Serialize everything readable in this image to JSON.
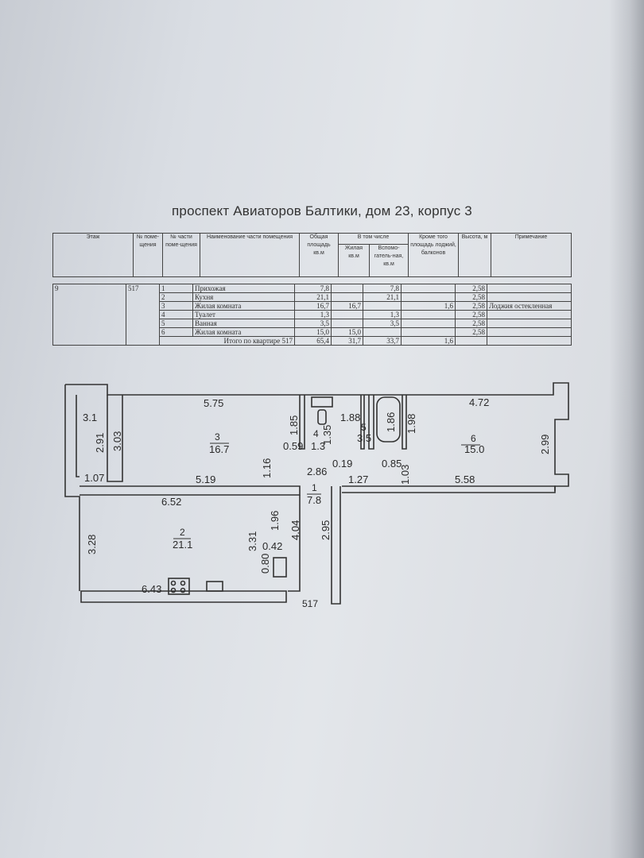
{
  "title": "проспект Авиаторов Балтики, дом 23, корпус 3",
  "header": {
    "floor": "Этаж",
    "room_no": "№ поме-щения",
    "part_no": "№ части поме-щения",
    "part_name": "Наименование части помещения",
    "total_area": "Общая площадь кв.м",
    "incl": "В том числе",
    "living": "Жилая кв.м",
    "aux": "Вспомо-гатель-ная, кв.м",
    "except": "Кроме того площадь лоджий, балконов",
    "height": "Высота, м",
    "note": "Примечание"
  },
  "table": {
    "floor": "9",
    "room_no": "517",
    "rows": [
      {
        "n": "1",
        "name": "Прихожая",
        "total": "7,8",
        "living": "",
        "aux": "7,8",
        "extra": "",
        "height": "2,58",
        "note": ""
      },
      {
        "n": "2",
        "name": "Кухня",
        "total": "21,1",
        "living": "",
        "aux": "21,1",
        "extra": "",
        "height": "2,58",
        "note": ""
      },
      {
        "n": "3",
        "name": "Жилая комната",
        "total": "16,7",
        "living": "16,7",
        "aux": "",
        "extra": "1,6",
        "height": "2,58",
        "note": "Лоджия остекленная"
      },
      {
        "n": "4",
        "name": "Туалет",
        "total": "1,3",
        "living": "",
        "aux": "1,3",
        "extra": "",
        "height": "2,58",
        "note": ""
      },
      {
        "n": "5",
        "name": "Ванная",
        "total": "3,5",
        "living": "",
        "aux": "3,5",
        "extra": "",
        "height": "2,58",
        "note": ""
      },
      {
        "n": "6",
        "name": "Жилая комната",
        "total": "15,0",
        "living": "15,0",
        "aux": "",
        "extra": "",
        "height": "2,58",
        "note": ""
      }
    ],
    "total": {
      "label": "Итого по квартире 517",
      "total": "65,4",
      "living": "31,7",
      "aux": "33,7",
      "extra": "1,6"
    }
  },
  "plan": {
    "dims": [
      "5.75",
      "4.72",
      "3.1",
      "2.91",
      "3.03",
      "1.07",
      "5.19",
      "1.16",
      "6.52",
      "3.28",
      "6.43",
      "1.85",
      "1.35",
      "0.59",
      "1.3",
      "1.88",
      "3.5",
      "1.86",
      "1.98",
      "2.99",
      "15.0",
      "0.19",
      "2.86",
      "0.85",
      "1.03",
      "1.27",
      "5.58",
      "1.96",
      "4.04",
      "3.31",
      "0.42",
      "0.80",
      "2.95",
      "7.8",
      "16.7",
      "21.1"
    ],
    "rooms": [
      "3",
      "2",
      "1",
      "4",
      "5",
      "6"
    ],
    "apartment_no": "517"
  }
}
